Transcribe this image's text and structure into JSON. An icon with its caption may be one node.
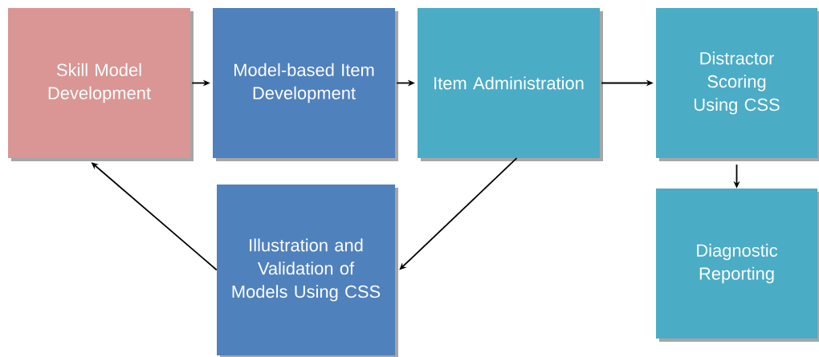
{
  "diagram": {
    "nodes": [
      {
        "text": [
          "Skill Model Development"
        ]
      },
      {
        "text": [
          "Model-based Item Development"
        ]
      },
      {
        "text": [
          "Item Administration"
        ]
      },
      {
        "text": [
          "Distractor Scoring Using CSS"
        ]
      },
      {
        "text": [
          "Diagnostic Reporting"
        ]
      },
      {
        "text": [
          "Illustration and Validation of Models Using CSS"
        ]
      }
    ],
    "edges": [
      {
        "from": 0,
        "to": 1,
        "arrow": "to"
      },
      {
        "from": 1,
        "to": 2,
        "arrow": "to"
      },
      {
        "from": 2,
        "to": 3,
        "arrow": "to"
      },
      {
        "from": 3,
        "to": 4,
        "arrow": "to"
      },
      {
        "from": 2,
        "to": 5,
        "arrow": "to"
      },
      {
        "from": 5,
        "to": 0,
        "arrow": "to"
      }
    ]
  }
}
